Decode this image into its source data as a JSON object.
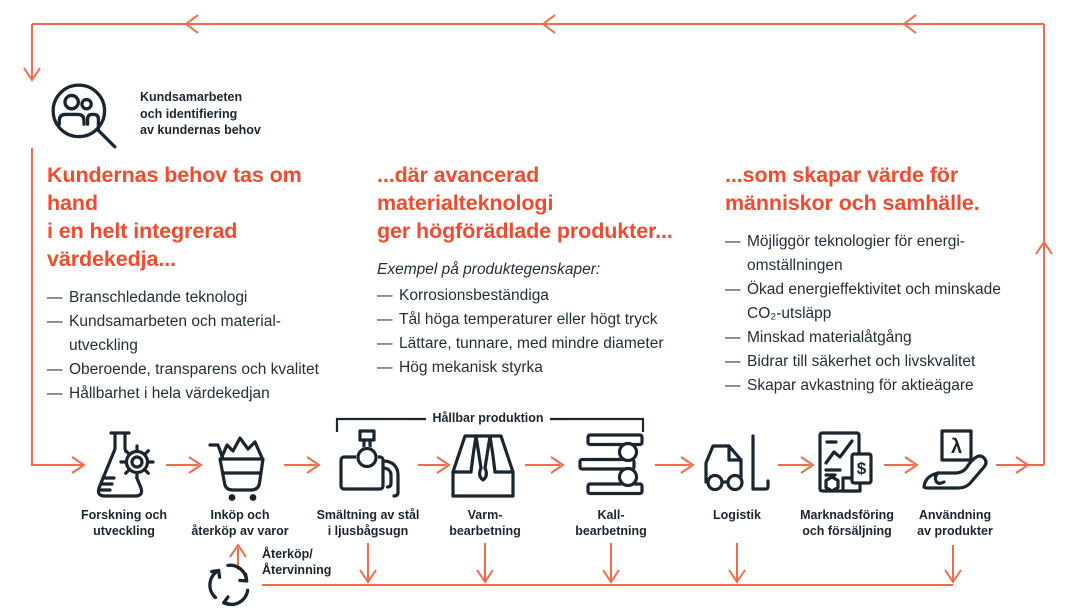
{
  "palette": {
    "heading_accent": "#F04B2E",
    "flow_line_accent": "#F4694C",
    "ink": "#1B2530",
    "body_text": "#232E3B",
    "background": "#FFFFFF"
  },
  "ui": {
    "bullet_marker": "—"
  },
  "header": {
    "icon": "magnifier-people-icon",
    "note": "Kundsamarbeten\noch identifiering\nav kundernas behov"
  },
  "columns": [
    {
      "heading": "Kundernas behov tas om hand\ni en helt integrerad värdekedja...",
      "bullets": [
        "Branschledande teknologi",
        "Kundsamarbeten och material-\nutveckling",
        "Oberoende, transparens och kvalitet",
        "Hållbarhet i hela värdekedjan"
      ]
    },
    {
      "heading": "...där avancerad materialteknologi\nger högförädlade produkter...",
      "intro": "Exempel på produktegenskaper:",
      "bullets": [
        "Korrosionsbeständiga",
        "Tål höga temperaturer eller högt tryck",
        "Lättare, tunnare, med mindre diameter",
        "Hög mekanisk styrka"
      ]
    },
    {
      "heading": "...som skapar värde för\nmänniskor och samhälle.",
      "bullets": [
        "Möjliggör teknologier för energi-\nomställningen",
        "Ökad energieffektivitet och minskade\nCO₂-utsläpp",
        "Minskad materialåtgång",
        "Bidrar till säkerhet och livskvalitet",
        "Skapar avkastning för aktieägare"
      ]
    }
  ],
  "process": {
    "bracket_label": "Hållbar produktion",
    "steps": [
      {
        "label": "Forskning och\nutveckling",
        "icon": "flask-gear-icon"
      },
      {
        "label": "Inköp och\nåterköp av varor",
        "icon": "cart-scrap-icon"
      },
      {
        "label": "Smältning av stål\ni ljusbågsugn",
        "icon": "arc-furnace-icon"
      },
      {
        "label": "Varm-\nbearbetning",
        "icon": "hot-working-icon"
      },
      {
        "label": "Kall-\nbearbetning",
        "icon": "cold-working-icon"
      },
      {
        "label": "Logistik",
        "icon": "forklift-icon"
      },
      {
        "label": "Marknadsföring\noch försäljning",
        "icon": "marketing-sales-icon"
      },
      {
        "label": "Användning\nav produkter",
        "icon": "product-use-icon"
      }
    ],
    "recycle_label": "Återköp/\nÅtervinning",
    "glyphs": {
      "dollar": "$",
      "logo": "λ"
    }
  }
}
